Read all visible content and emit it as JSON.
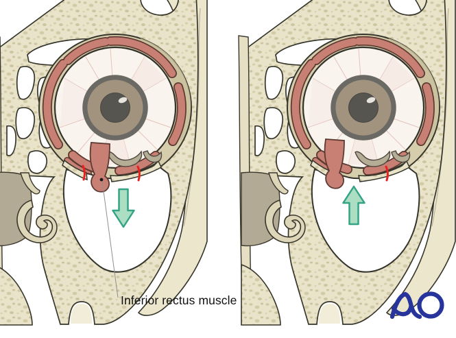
{
  "figure": {
    "type": "medical illustration - orbital floor blowout fracture, coronal section, two states",
    "panels": [
      {
        "id": "left",
        "arrow_direction": "down"
      },
      {
        "id": "right",
        "arrow_direction": "up"
      }
    ],
    "label": {
      "text": "Inferior rectus muscle"
    },
    "logo": {
      "text": "AO",
      "color": "#26349b"
    },
    "colors": {
      "background": "#ffffff",
      "bone": "#e9e3c9",
      "bone_stipple": "#cdc5a2",
      "bone_smooth": "#ece6cd",
      "orbit_ring": "#d6cdac",
      "outline": "#35352b",
      "sclera": "#f9f5ee",
      "sclera_wedge": "#f6e7e3",
      "muscle": "#c98074",
      "muscle_outline": "#5d3a31",
      "iris": "#a2937f",
      "pupil": "#565550",
      "limbus": "#6a6963",
      "turbinate_taupe": "#b2aa94",
      "fracture_red": "#e8211f",
      "arrow_fill": "#abdec2",
      "arrow_stroke": "#35a385",
      "leader_line": "#8f8f8f",
      "label_text": "#111111"
    }
  }
}
